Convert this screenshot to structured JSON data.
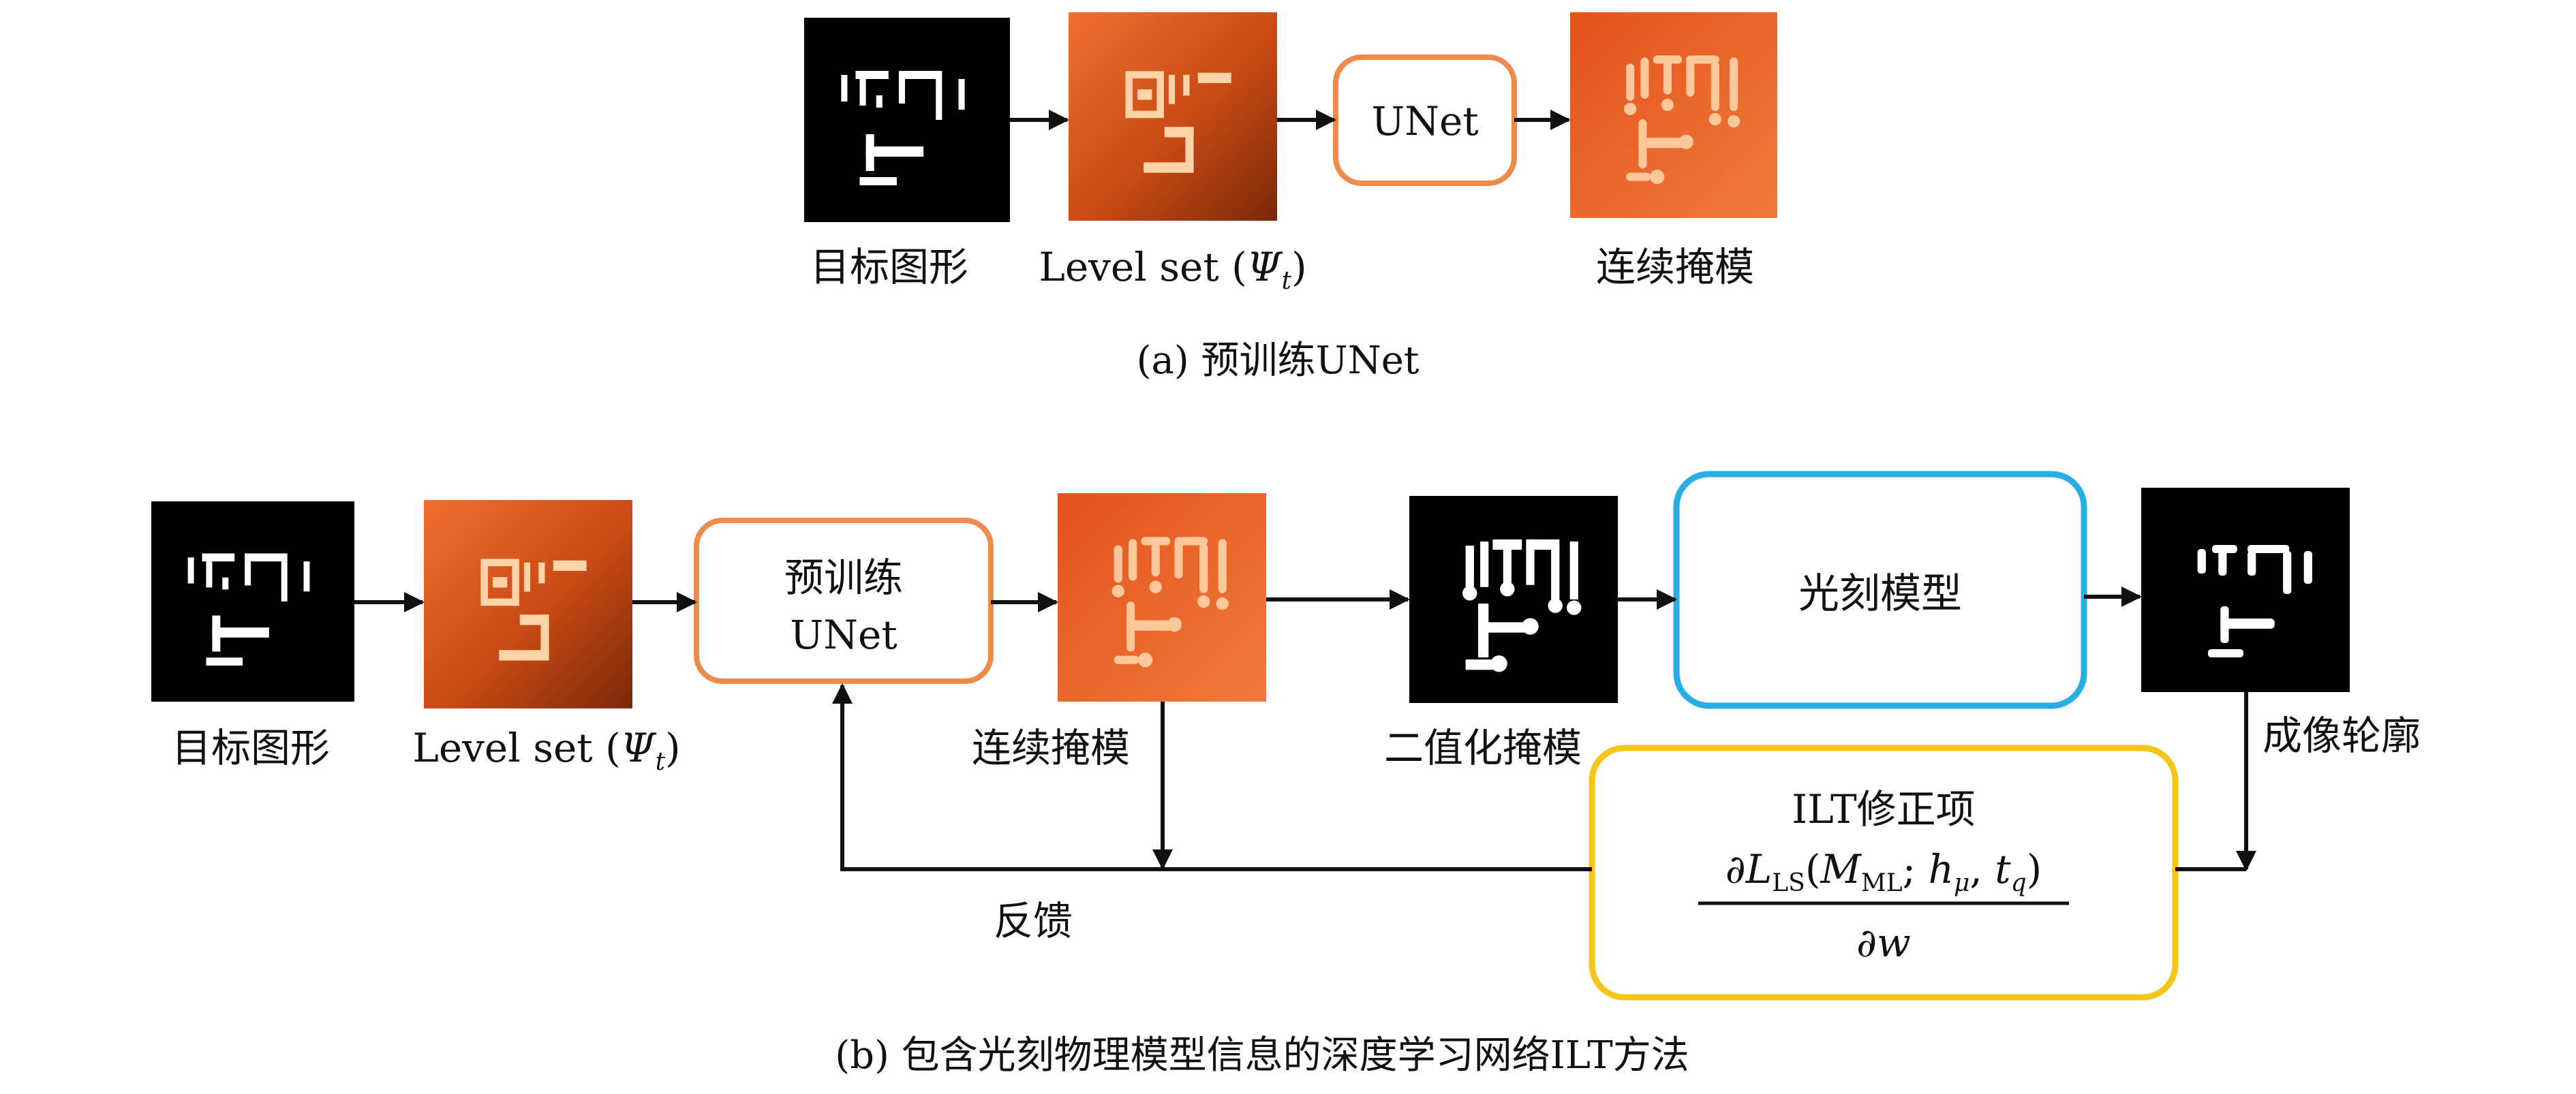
{
  "a": {
    "caption": "(a) 预训练UNet",
    "target_label": "目标图形",
    "levelset_prefix": "Level set (",
    "levelset_sym": "Ψ",
    "levelset_sub": "t",
    "levelset_suffix": ")",
    "unet_label": "UNet",
    "mask_label": "连续掩模"
  },
  "b": {
    "caption": "(b) 包含光刻物理模型信息的深度学习网络ILT方法",
    "target_label": "目标图形",
    "levelset_prefix": "Level set (",
    "levelset_sym": "Ψ",
    "levelset_sub": "t",
    "levelset_suffix": ")",
    "unet_line1": "预训练",
    "unet_line2": "UNet",
    "mask_label": "连续掩模",
    "binary_label": "二值化掩模",
    "litho_label": "光刻模型",
    "contour_label": "成像轮廓",
    "feedback_label": "反馈",
    "ilt_title": "ILT修正项",
    "ilt_numerator": "∂L_LS(M_ML; h_μ, t_q)",
    "ilt_denominator": "∂w"
  },
  "colors": {
    "unet_border": "#ee8a4a",
    "litho_border": "#27aee6",
    "ilt_border": "#f5c518",
    "orange_light": "#ec6a2a",
    "orange_dark": "#8a2d08",
    "mask_orange": "#e8571e"
  }
}
